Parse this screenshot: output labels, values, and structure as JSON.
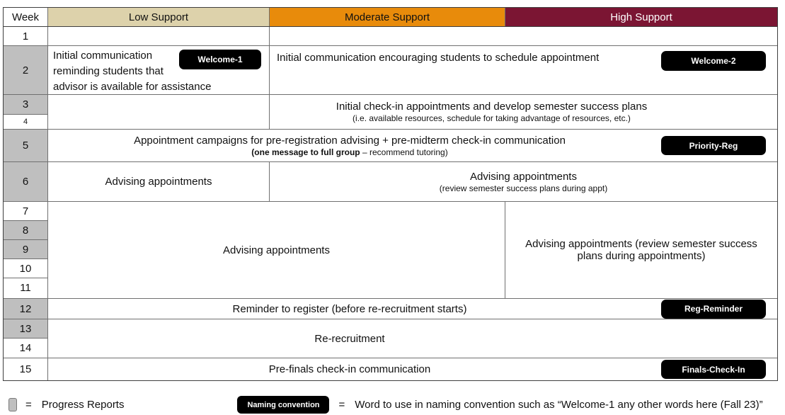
{
  "table": {
    "header": {
      "week_label": "Week",
      "low_label": "Low Support",
      "moderate_label": "Moderate Support",
      "high_label": "High Support"
    },
    "weeks": {
      "w1": "1",
      "w2": "2",
      "w3": "3",
      "w4": "4",
      "w5": "5",
      "w6": "6",
      "w7": "7",
      "w8": "8",
      "w9": "9",
      "w10": "10",
      "w11": "11",
      "w12": "12",
      "w13": "13",
      "w14": "14",
      "w15": "15"
    },
    "cells": {
      "week2_low": {
        "text": "Initial communication reminding students that advisor is available for assistance",
        "badge": "Welcome-1"
      },
      "week2_modhigh": {
        "text": "Initial communication encouraging students to schedule appointment",
        "badge": "Welcome-2"
      },
      "week3_4_modhigh": {
        "title": "Initial check-in appointments and develop semester success plans",
        "subtitle": "(i.e. available resources, schedule for taking advantage of resources, etc.)"
      },
      "week5": {
        "title": "Appointment campaigns for pre-registration advising + pre-midterm check-in communication",
        "subtitle_bold": "(one message to full group ",
        "subtitle_rest": "– recommend tutoring)",
        "badge": "Priority-Reg"
      },
      "week6_low": {
        "text": "Advising appointments"
      },
      "week6_modhigh": {
        "title": "Advising appointments",
        "subtitle": "(review semester success plans during appt)"
      },
      "week7_11_lowmod": {
        "text": "Advising appointments"
      },
      "week7_11_high": {
        "text": "Advising appointments (review semester success plans during appointments)"
      },
      "week12": {
        "text": "Reminder to register (before re-recruitment starts)",
        "badge": "Reg-Reminder"
      },
      "week13_14": {
        "text": "Re-recruitment"
      },
      "week15": {
        "text": "Pre-finals check-in communication",
        "badge": "Finals-Check-In"
      }
    }
  },
  "legend": {
    "equals": "=",
    "progress_label": "Progress Reports",
    "naming_badge": "Naming convention",
    "equals2": "=",
    "naming_description": "Word to use in naming convention such as “Welcome-1 any other words here (Fall 23)”"
  },
  "colors": {
    "low_support_bg": "#DDD2AB",
    "moderate_support_bg": "#E88B0B",
    "high_support_bg": "#7B1533",
    "week_shaded_bg": "#BFBFBF",
    "badge_bg": "#000000",
    "badge_text": "#FFFFFF"
  }
}
